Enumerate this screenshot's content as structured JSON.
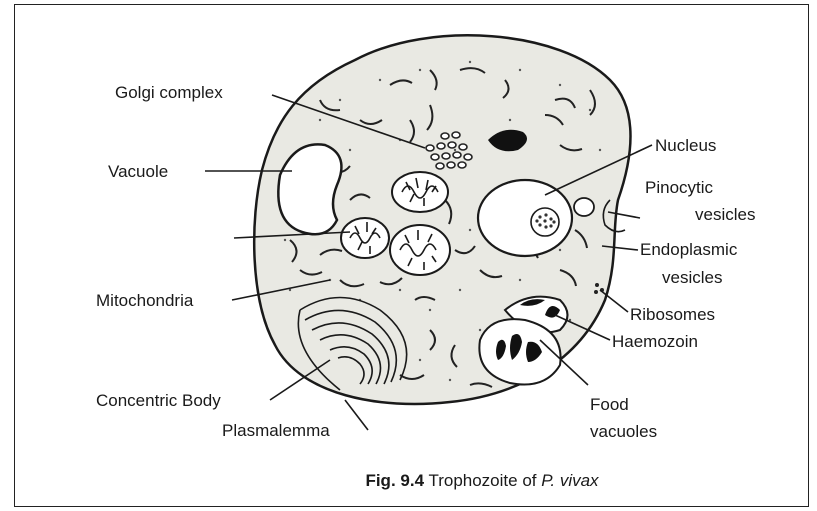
{
  "labels": {
    "golgi": "Golgi complex",
    "vacuole": "Vacuole",
    "mitochondria": "Mitochondria",
    "concentric": "Concentric Body",
    "plasmalemma": "Plasmalemma",
    "nucleus": "Nucleus",
    "pinocytic_1": "Pinocytic",
    "pinocytic_2": "vesicles",
    "endoplasmic_1": "Endoplasmic",
    "endoplasmic_2": "vesicles",
    "ribosomes": "Ribosomes",
    "haemozoin": "Haemozoin",
    "food_1": "Food",
    "food_2": "vacuoles"
  },
  "caption": {
    "fig_label": "Fig. 9.4",
    "text": " Trophozoite of ",
    "species": "P. vivax"
  }
}
